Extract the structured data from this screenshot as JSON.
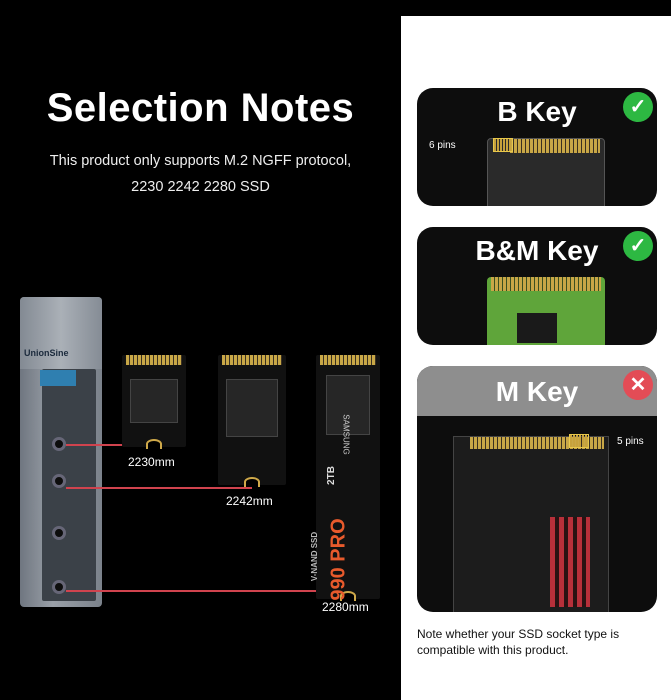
{
  "title": "Selection Notes",
  "subtitle_line1": "This product only supports M.2 NGFF protocol,",
  "subtitle_line2": "2230 2242 2280 SSD",
  "brand": "UnionSine",
  "ssds": [
    {
      "label": "2230mm"
    },
    {
      "label": "2242mm"
    },
    {
      "label": "2280mm",
      "maker": "SAMSUNG",
      "model": "990 PRO",
      "capacity": "2TB",
      "line": "V-NAND SSD"
    }
  ],
  "keys": [
    {
      "title": "B Key",
      "status": "check",
      "pins": "6 pins"
    },
    {
      "title": "B&M Key",
      "status": "check"
    },
    {
      "title": "M Key",
      "status": "cross",
      "pins": "5 pins"
    }
  ],
  "note": "Note whether your SSD socket type is compatible with this product.",
  "colors": {
    "check": "#2db842",
    "cross": "#e34c56",
    "line": "#d0434e",
    "gold": "#c8a747"
  }
}
